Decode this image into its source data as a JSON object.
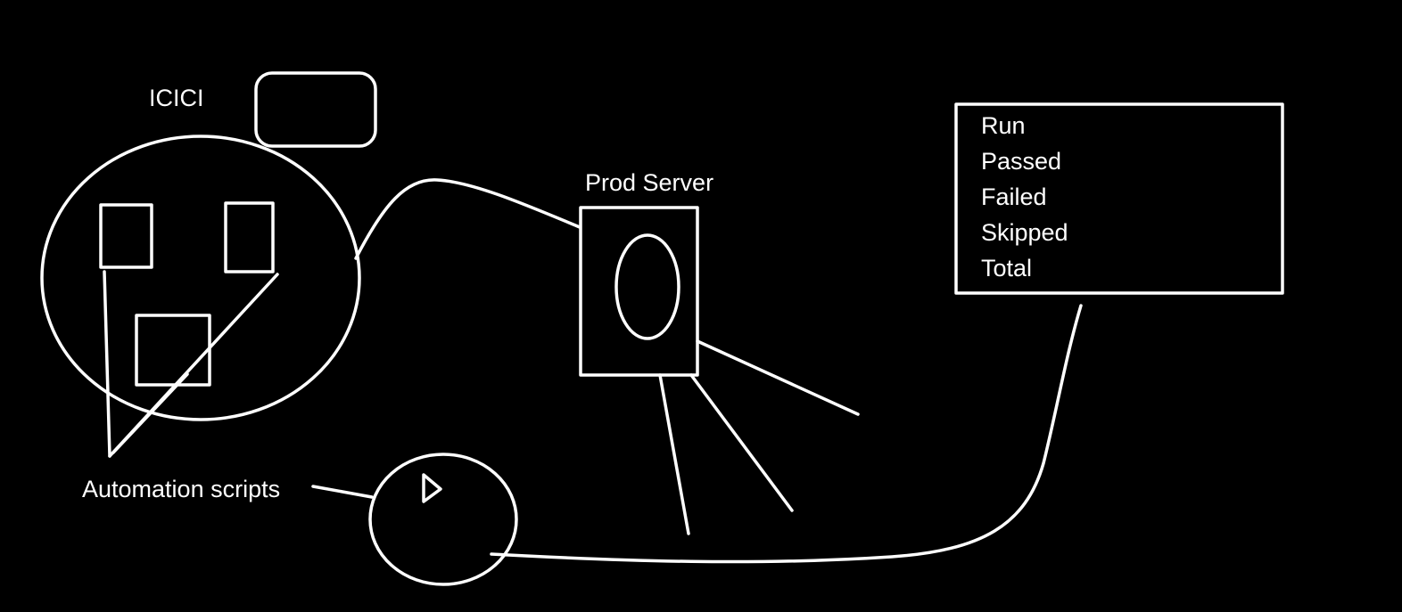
{
  "labels": {
    "client": "ICICI",
    "server": "Prod Server",
    "scripts": "Automation scripts"
  },
  "report": {
    "items": [
      "Run",
      "Passed",
      "Failed",
      "Skipped",
      "Total"
    ]
  },
  "colors": {
    "background": "#000000",
    "stroke": "#ffffff"
  }
}
